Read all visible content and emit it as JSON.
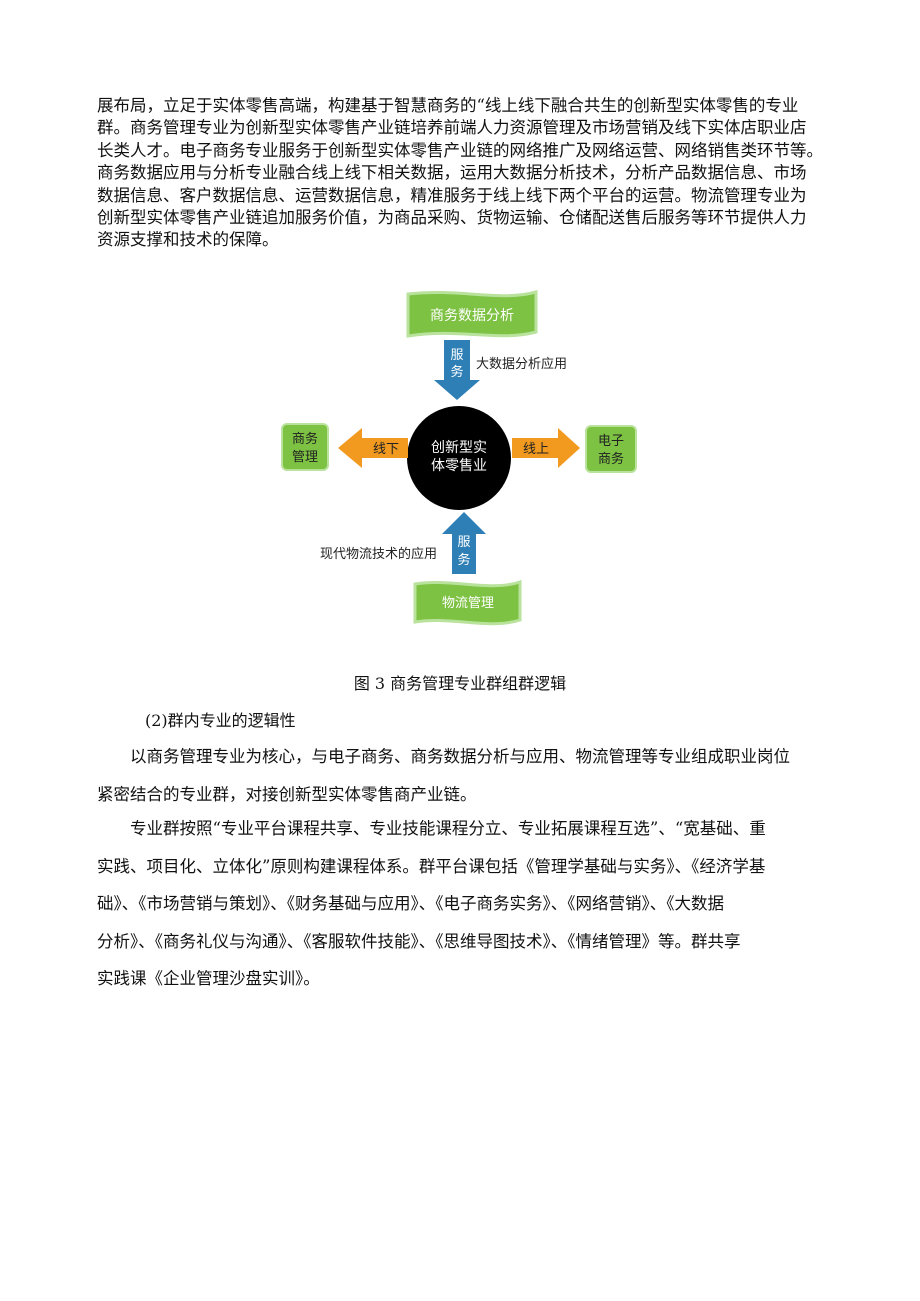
{
  "intro_paragraph": {
    "lines": [
      "展布局，立足于实体零售高端，构建基于智慧商务的“线上线下融合共生的创新型实体零售的专业",
      "群。商务管理专业为创新型实体零售产业链培养前端人力资源管理及市场营销及线下实体店职业店",
      "长类人才。电子商务专业服务于创新型实体零售产业链的网络推广及网络运营、网络销售类环节等。",
      "商务数据应用与分析专业融合线上线下相关数据，运用大数据分析技术，分析产品数据信息、市场",
      "数据信息、客户数据信息、运营数据信息，精准服务于线上线下两个平台的运营。物流管理专业为",
      "创新型实体零售产业链追加服务价值，为商品采购、货物运输、仓储配送售后服务等环节提供人力",
      "资源支撑和技术的保障。"
    ]
  },
  "figure": {
    "top_box": "商务数据分析",
    "top_arrow_label": "服务",
    "top_arrow_side": "大数据分析应用",
    "center_line1": "创新型实",
    "center_line2": "体零售业",
    "left_arrow_label": "线下",
    "left_box_line1": "商务",
    "left_box_line2": "管理",
    "right_arrow_label": "线上",
    "right_box_line1": "电子",
    "right_box_line2": "商务",
    "bottom_arrow_label": "服务",
    "bottom_arrow_side": "现代物流技术的应用",
    "bottom_box": "物流管理",
    "colors": {
      "green_fill": "#7dc242",
      "green_border": "#a9d98a",
      "orange": "#f29a1f",
      "blue": "#2e7fb5",
      "center": "#000000"
    }
  },
  "caption": "图 3 商务管理专业群组群逻辑",
  "subheading": "(2)群内专业的逻辑性",
  "para2": {
    "lines": [
      "以商务管理专业为核心，与电子商务、商务数据分析与应用、物流管理等专业组成职业岗位",
      "紧密结合的专业群，对接创新型实体零售商产业链。"
    ]
  },
  "para3": {
    "lines": [
      "专业群按照“专业平台课程共享、专业技能课程分立、专业拓展课程互选”、“宽基础、重",
      "实践、项目化、立体化”原则构建课程体系。群平台课包括《管理学基础与实务》、《经济学基",
      "础》、《市场营销与策划》、《财务基础与应用》、《电子商务实务》、《网络营销》、《大数据",
      "分析》、《商务礼仪与沟通》、《客服软件技能》、《思维导图技术》、《情绪管理》等。群共享",
      "实践课《企业管理沙盘实训》。"
    ]
  }
}
